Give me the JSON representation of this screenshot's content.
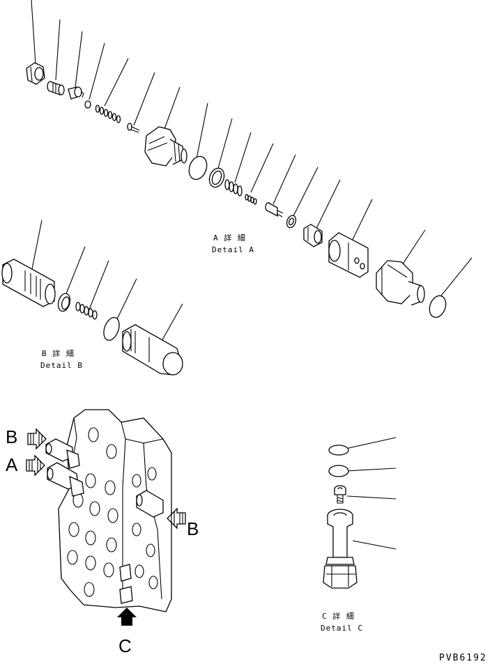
{
  "detail_a": {
    "jp": "A 詳 細",
    "en": "Detail A"
  },
  "detail_b": {
    "jp": "B 詳 細",
    "en": "Detail B"
  },
  "detail_c": {
    "jp": "C 詳 細",
    "en": "Detail C"
  },
  "arrows": {
    "b_left": "B",
    "a_left": "A",
    "b_right": "B",
    "c_bottom": "C"
  },
  "drawing_code": "PVB6192"
}
